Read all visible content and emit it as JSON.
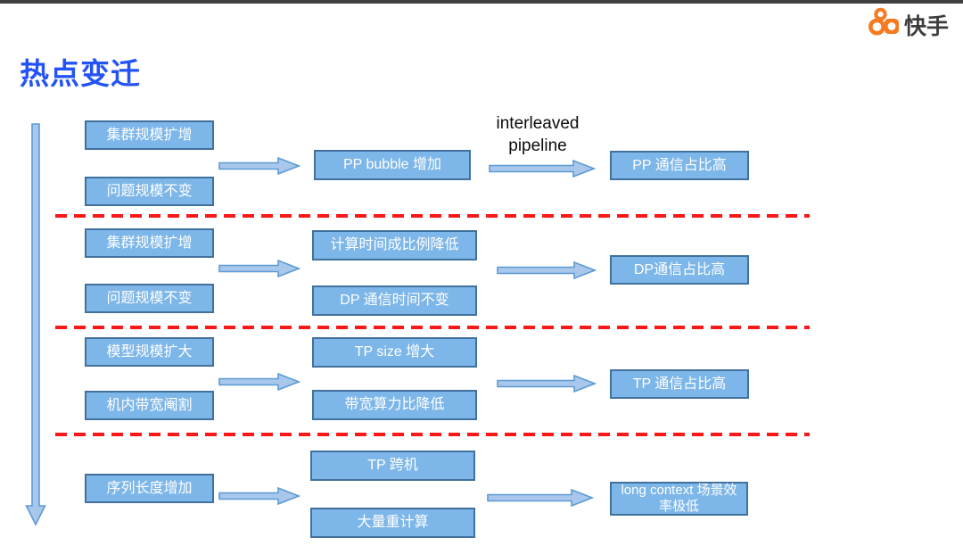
{
  "slide": {
    "title": "热点变迁",
    "title_color": "#2353F4"
  },
  "brand": {
    "name": "快手",
    "logo_icon": "kuaishou-logo",
    "logo_color": "#F47B20",
    "name_color": "#3D3D3D"
  },
  "colors": {
    "box_fill": "#7DB6E8",
    "box_border": "#41719C",
    "arrow_fill": "#A9C7EB",
    "arrow_border": "#5B9BD5",
    "divider_red": "#F81818",
    "top_bar": "#3F3F3F"
  },
  "diagram": {
    "arrow_annotation": {
      "line1": "interleaved",
      "line2": "pipeline"
    },
    "sections": [
      {
        "causes": [
          "集群规模扩增",
          "问题规模不变"
        ],
        "middles": [
          "PP bubble 增加"
        ],
        "result": "PP 通信占比高"
      },
      {
        "causes": [
          "集群规模扩增",
          "问题规模不变"
        ],
        "middles": [
          "计算时间成比例降低",
          "DP 通信时间不变"
        ],
        "result": "DP通信占比高"
      },
      {
        "causes": [
          "模型规模扩大",
          "机内带宽阉割"
        ],
        "middles": [
          "TP size 增大",
          "带宽算力比降低"
        ],
        "result": "TP 通信占比高"
      },
      {
        "causes": [
          "序列长度增加"
        ],
        "middles": [
          "TP 跨机",
          "大量重计算"
        ],
        "result": "long context 场景效率极低"
      }
    ]
  }
}
